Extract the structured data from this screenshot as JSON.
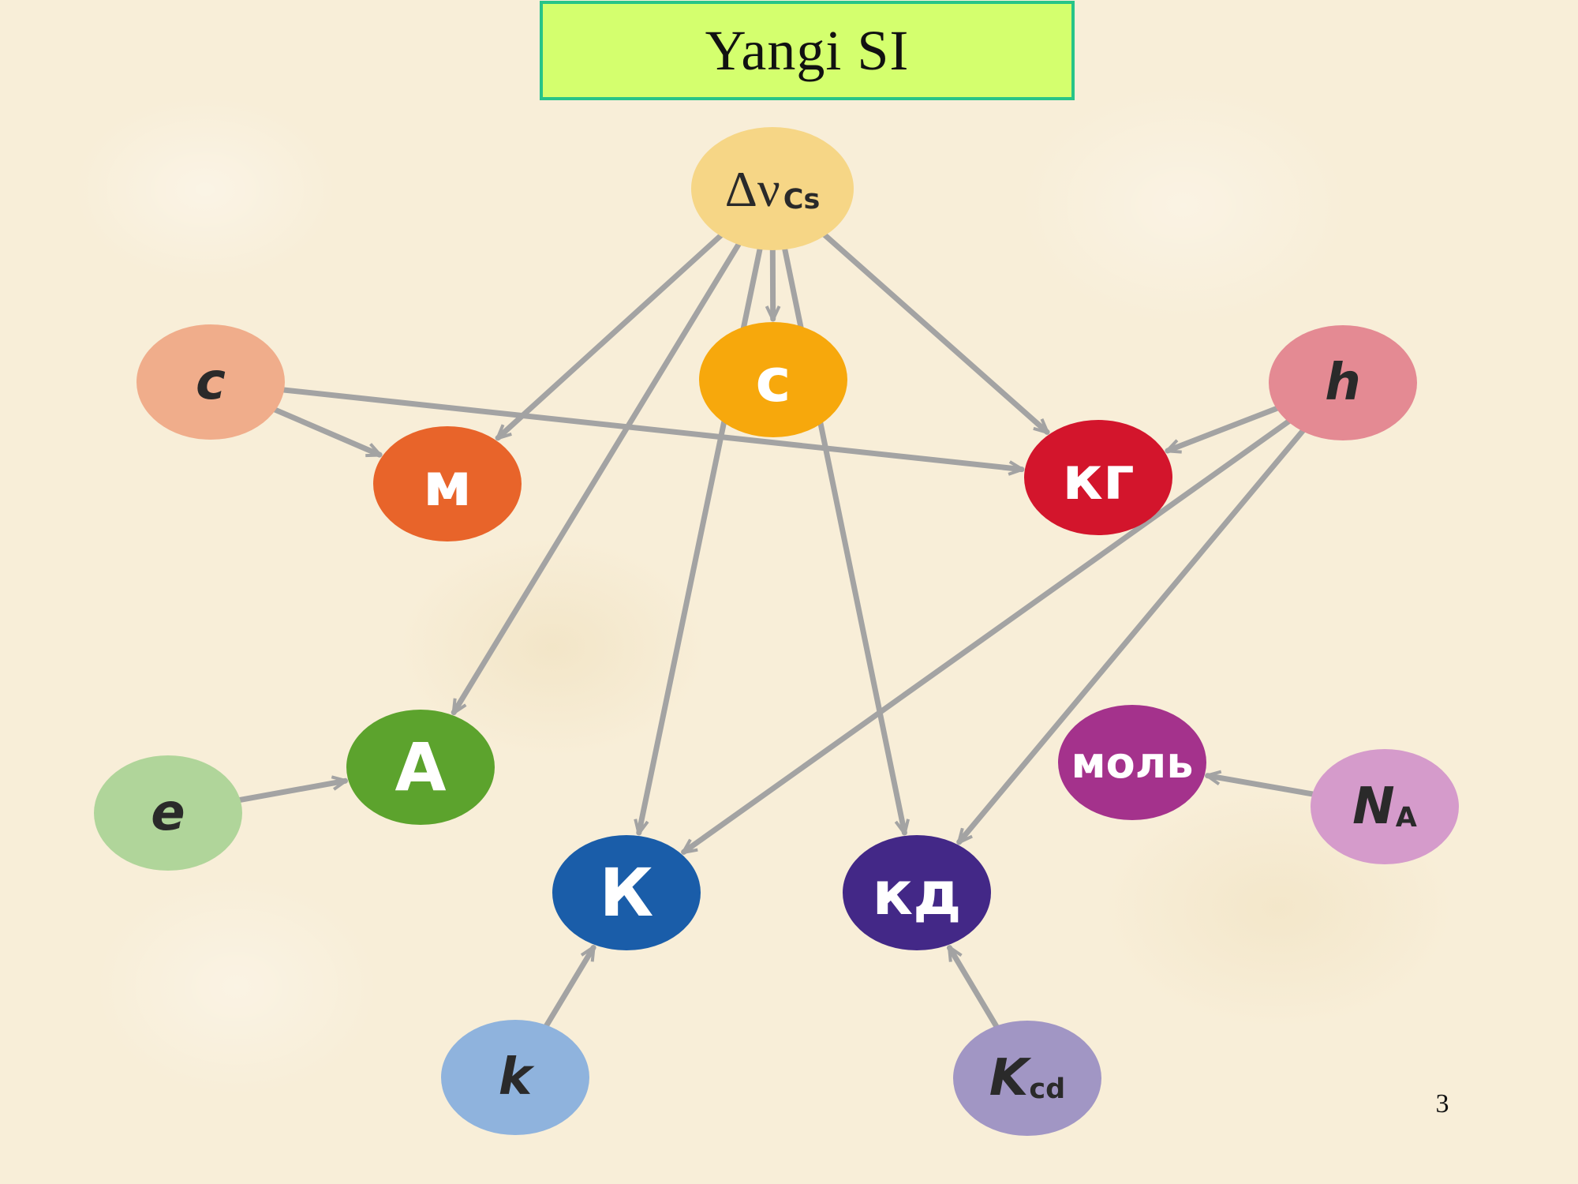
{
  "slide": {
    "title": "Yangi SI",
    "page_number": "3"
  },
  "colors": {
    "arrow": "#a3a3a3",
    "title_fill": "#d4ff6e",
    "title_border": "#27c488"
  },
  "diagram": {
    "nodes": [
      {
        "id": "dnu",
        "label": "Δν",
        "sub": "Cs",
        "italic": false,
        "serif": true,
        "fill": "#f6d686",
        "text_color": "#2a2a2a"
      },
      {
        "id": "c_const",
        "label": "c",
        "sub": "",
        "italic": true,
        "serif": false,
        "fill": "#f0ad8b",
        "text_color": "#2a2a2a"
      },
      {
        "id": "h_const",
        "label": "h",
        "sub": "",
        "italic": true,
        "serif": false,
        "fill": "#e48a93",
        "text_color": "#2a2a2a"
      },
      {
        "id": "s_unit",
        "label": "с",
        "sub": "",
        "italic": false,
        "serif": false,
        "fill": "#f7a80c",
        "text_color": "#ffffff"
      },
      {
        "id": "m_unit",
        "label": "м",
        "sub": "",
        "italic": false,
        "serif": false,
        "fill": "#e8642a",
        "text_color": "#ffffff"
      },
      {
        "id": "kg_unit",
        "label": "кг",
        "sub": "",
        "italic": false,
        "serif": false,
        "fill": "#d3152c",
        "text_color": "#ffffff"
      },
      {
        "id": "a_unit",
        "label": "А",
        "sub": "",
        "italic": false,
        "serif": false,
        "fill": "#5ca32d",
        "text_color": "#ffffff"
      },
      {
        "id": "e_const",
        "label": "e",
        "sub": "",
        "italic": true,
        "serif": false,
        "fill": "#b0d59a",
        "text_color": "#2a2a2a"
      },
      {
        "id": "mol_unit",
        "label": "моль",
        "sub": "",
        "italic": false,
        "serif": false,
        "fill": "#a4328c",
        "text_color": "#ffffff"
      },
      {
        "id": "na_const",
        "label": "N",
        "sub": "A",
        "italic": true,
        "serif": false,
        "fill": "#d59bcb",
        "text_color": "#2a2a2a"
      },
      {
        "id": "k_unit",
        "label": "К",
        "sub": "",
        "italic": false,
        "serif": false,
        "fill": "#1a5da9",
        "text_color": "#ffffff"
      },
      {
        "id": "kd_unit",
        "label": "кд",
        "sub": "",
        "italic": false,
        "serif": false,
        "fill": "#432887",
        "text_color": "#ffffff"
      },
      {
        "id": "k_const",
        "label": "k",
        "sub": "",
        "italic": true,
        "serif": false,
        "fill": "#8fb3dd",
        "text_color": "#2a2a2a"
      },
      {
        "id": "kcd_const",
        "label": "K",
        "sub": "cd",
        "italic": true,
        "serif": false,
        "fill": "#a196c4",
        "text_color": "#2a2a2a"
      }
    ],
    "edges": [
      {
        "from": "dnu",
        "to": "s_unit"
      },
      {
        "from": "dnu",
        "to": "m_unit"
      },
      {
        "from": "dnu",
        "to": "a_unit"
      },
      {
        "from": "dnu",
        "to": "k_unit"
      },
      {
        "from": "dnu",
        "to": "kd_unit"
      },
      {
        "from": "dnu",
        "to": "kg_unit"
      },
      {
        "from": "c_const",
        "to": "m_unit"
      },
      {
        "from": "c_const",
        "to": "kg_unit"
      },
      {
        "from": "h_const",
        "to": "kg_unit"
      },
      {
        "from": "h_const",
        "to": "k_unit"
      },
      {
        "from": "h_const",
        "to": "kd_unit"
      },
      {
        "from": "e_const",
        "to": "a_unit"
      },
      {
        "from": "na_const",
        "to": "mol_unit"
      },
      {
        "from": "k_const",
        "to": "k_unit"
      },
      {
        "from": "kcd_const",
        "to": "kd_unit"
      }
    ]
  }
}
